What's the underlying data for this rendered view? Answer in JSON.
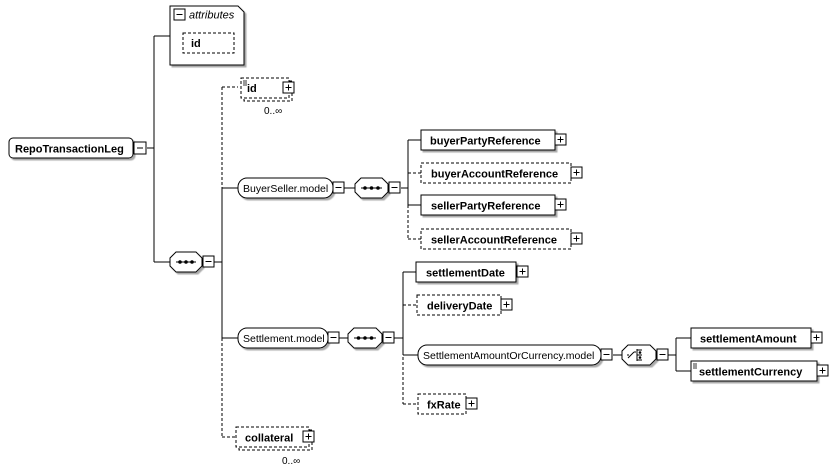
{
  "root": {
    "label": "RepoTransactionLeg"
  },
  "attributes": {
    "title": "attributes",
    "items": [
      "id"
    ]
  },
  "children": {
    "id": {
      "label": "id",
      "occurs": "0..∞"
    },
    "buyer_seller_model": {
      "label": "BuyerSeller.model",
      "items": [
        "buyerPartyReference",
        "buyerAccountReference",
        "sellerPartyReference",
        "sellerAccountReference"
      ]
    },
    "settlement_model": {
      "label": "Settlement.model",
      "items": [
        "settlementDate",
        "deliveryDate"
      ],
      "choice_group": {
        "label": "SettlementAmountOrCurrency.model",
        "items": [
          "settlementAmount",
          "settlementCurrency"
        ]
      },
      "fx_rate": "fxRate"
    },
    "collateral": {
      "label": "collateral",
      "occurs": "0..∞"
    }
  },
  "symbols": {
    "expand": "⊞",
    "collapse": "⊟",
    "sequence": "sequence-compositor-icon",
    "choice": "choice-compositor-icon"
  }
}
